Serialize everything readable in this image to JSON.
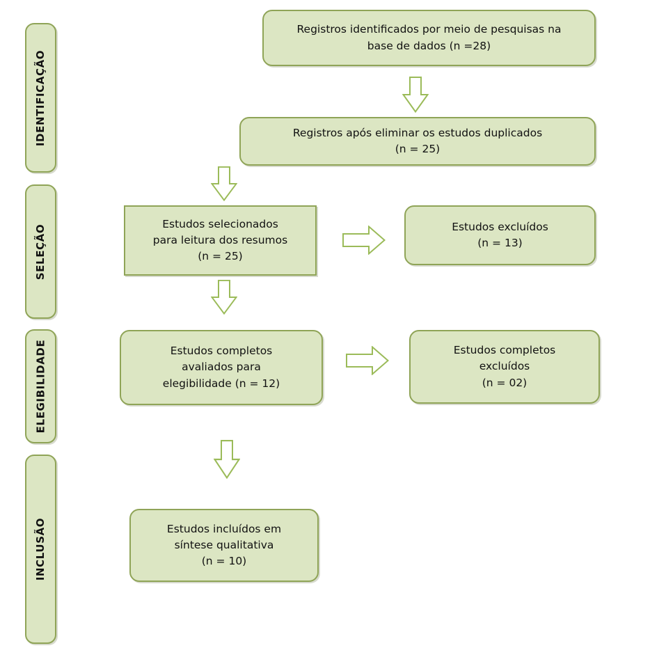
{
  "colors": {
    "box_fill": "#dce6c3",
    "box_border": "#8fa457",
    "arrow_stroke": "#9bbb59",
    "arrow_fill": "#ffffff",
    "text": "#111111"
  },
  "stages": [
    {
      "label": "IDENTIFICAÇÃO"
    },
    {
      "label": "SELEÇÃO"
    },
    {
      "label": "ELEGIBILIDADE"
    },
    {
      "label": "INCLUSÃO"
    }
  ],
  "boxes": [
    {
      "text": "Registros identificados por meio de pesquisas na\nbase de dados (n =28)"
    },
    {
      "text": "Registros após eliminar os estudos duplicados\n(n = 25)"
    },
    {
      "text": "Estudos selecionados\npara leitura dos resumos\n(n = 25)"
    },
    {
      "text": "Estudos excluídos\n(n = 13)"
    },
    {
      "text": "Estudos completos\navaliados para\nelegibilidade (n = 12)"
    },
    {
      "text": "Estudos completos\nexcluídos\n(n = 02)"
    },
    {
      "text": "Estudos incluídos em\nsíntese qualitativa\n(n = 10)"
    }
  ]
}
